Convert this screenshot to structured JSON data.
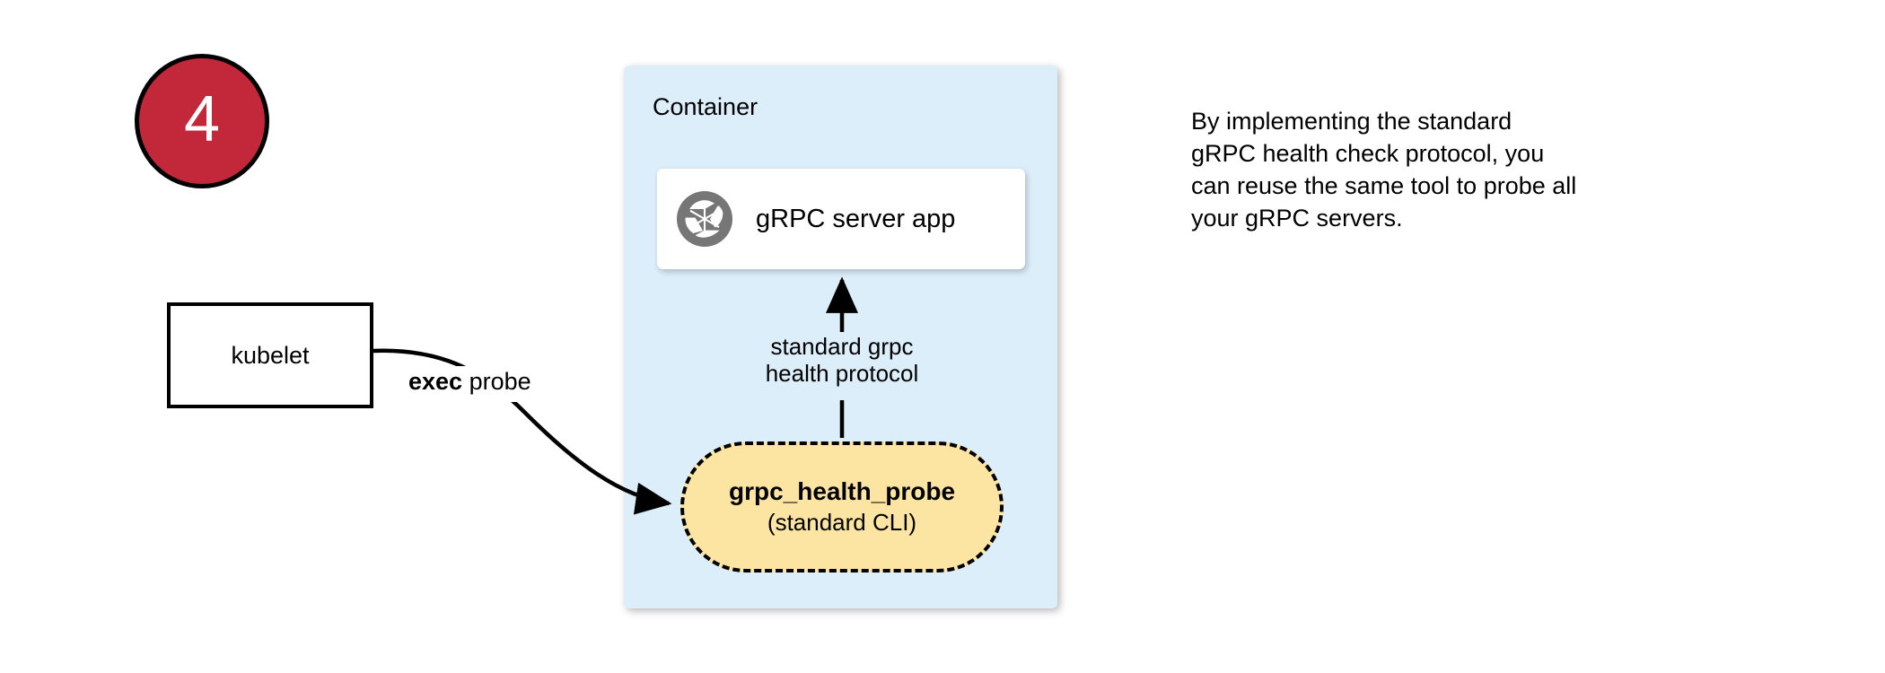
{
  "step": {
    "number": "4",
    "badge_fill": "#C3283A",
    "badge_stroke": "#000000",
    "number_color": "#ffffff"
  },
  "container": {
    "title": "Container",
    "fill": "#DCEEFA"
  },
  "server_card": {
    "label": "gRPC server app",
    "icon": "aperture-icon",
    "icon_color": "#767676",
    "fill": "#ffffff"
  },
  "probe": {
    "title": "grpc_health_probe",
    "subtitle": "(standard CLI)",
    "fill": "#FCE5A2",
    "border_style": "dashed",
    "border_color": "#000000"
  },
  "kubelet": {
    "label": "kubelet",
    "fill": "#ffffff",
    "border_color": "#000000"
  },
  "connectors": {
    "exec_probe": {
      "emphasis": "exec",
      "rest": " probe"
    },
    "protocol": {
      "line1": "standard grpc",
      "line2": "health protocol"
    }
  },
  "side_note": {
    "line1": "By implementing the standard",
    "line2": "gRPC health check protocol, you",
    "line3": "can reuse the same tool to probe all",
    "line4": "your gRPC servers."
  }
}
